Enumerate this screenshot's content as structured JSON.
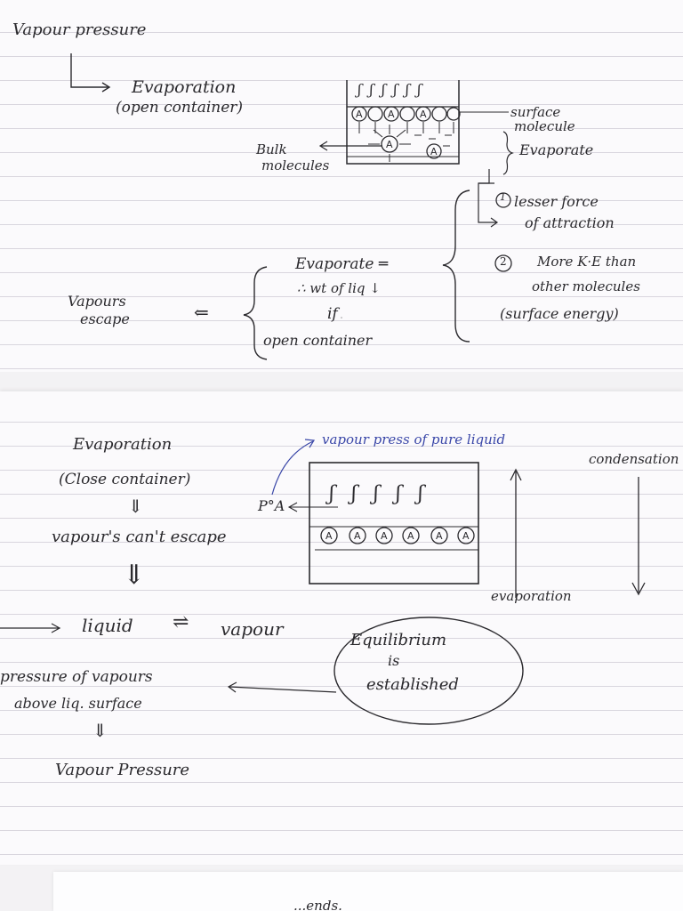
{
  "top": {
    "heading": "Vapour pressure",
    "evaporation": "Evaporation",
    "open_container": "(open container)",
    "bulk_line1": "Bulk",
    "bulk_line2": "molecules",
    "surface_line1": "surface",
    "surface_line2": "molecule",
    "evaporate_right": "Evaporate",
    "point1_num": "1",
    "point1_line1": "lesser force",
    "point1_line2": "of attraction",
    "point2_num": "2",
    "point2_line1": "More K·E than",
    "point2_line2": "other molecules",
    "point2_line3": "(surface energy)",
    "evap_mid_1": "Evaporate ═",
    "evap_mid_2": "∴ wt of liq ↓",
    "evap_mid_3": "if",
    "evap_mid_4": "open container",
    "vapours_line1": "Vapours",
    "vapours_line2": "escape",
    "double_arrow": "⇐",
    "molecule_letter": "A",
    "vapour_squiggles": "ʃ ʃ ʃ ʃ ʃ ʃ"
  },
  "bottom": {
    "evaporation": "Evaporation",
    "close_container": "(Close container)",
    "down_arrow_1": "⇓",
    "cant_escape": "vapour's can't escape",
    "down_arrow_2": "⇓",
    "vapour_press_note": "vapour press of pure liquid",
    "pa_label": "P°A",
    "condensation": "condensation",
    "evaporation_label": "evaporation",
    "liquid": "liquid",
    "equilibrium_arrows": "⇌",
    "vapour": "vapour",
    "equilibrium_line1": "Equilibrium",
    "equilibrium_line2": "is",
    "equilibrium_line3": "established",
    "pressure_line1": "pressure of vapours",
    "pressure_line2": "above liq. surface",
    "down_arrow_3": "⇓",
    "vapour_pressure": "Vapour Pressure",
    "molecule_letter": "A",
    "vapour_squiggles": "ʃ ʃ ʃ ʃ ʃ"
  },
  "next_page": {
    "fragment": "...ends."
  }
}
